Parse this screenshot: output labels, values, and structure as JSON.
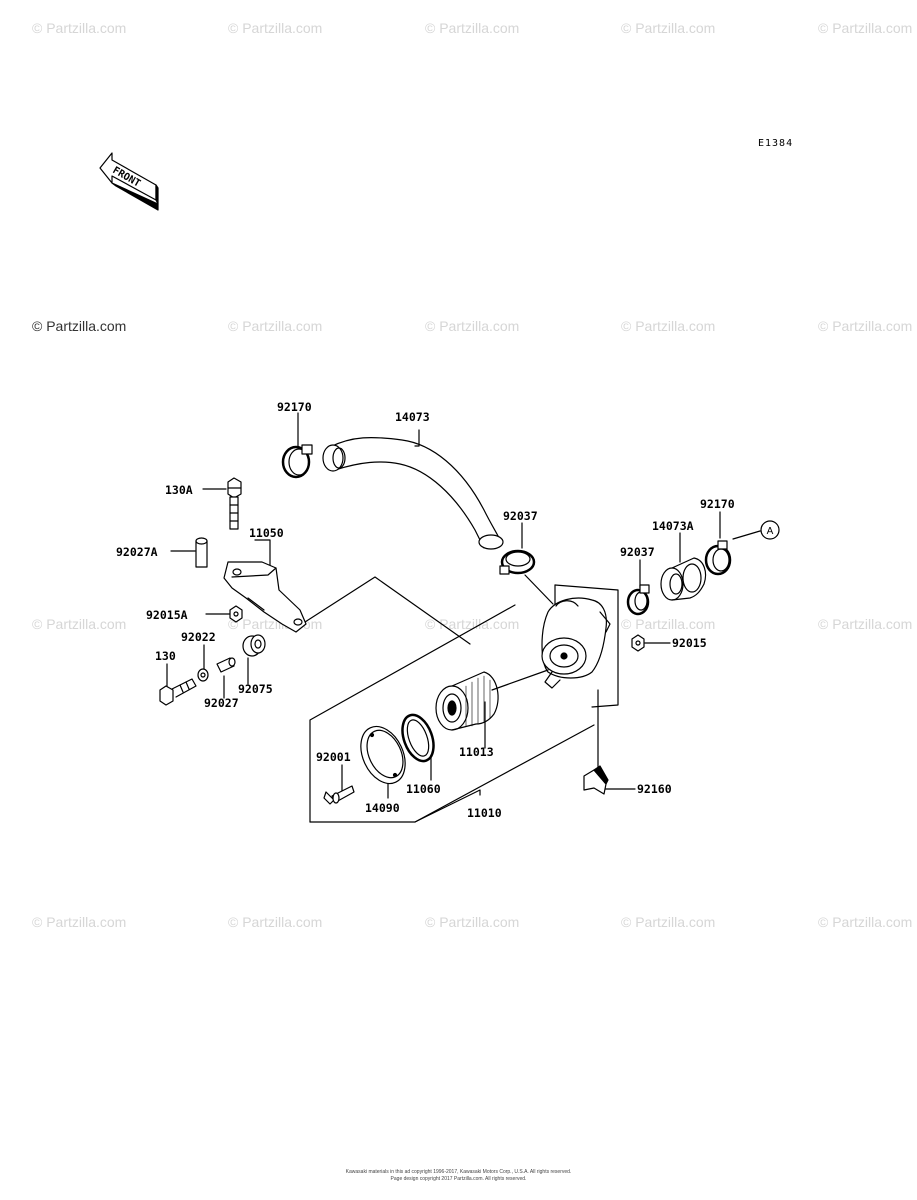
{
  "watermark": "© Partzilla.com",
  "diagram_code": "E1384",
  "front_label": "FRONT",
  "callout_a": "A",
  "parts": {
    "p92170_a": "92170",
    "p14073": "14073",
    "p130A": "130A",
    "p11050": "11050",
    "p92027A": "92027A",
    "p92015A": "92015A",
    "p92022": "92022",
    "p130": "130",
    "p92075": "92075",
    "p92027": "92027",
    "p92037_a": "92037",
    "p92037_b": "92037",
    "p14073A": "14073A",
    "p92170_b": "92170",
    "p92015": "92015",
    "p11013": "11013",
    "p92001": "92001",
    "p11060": "11060",
    "p14090": "14090",
    "p11010": "11010",
    "p92160": "92160"
  },
  "footer": {
    "line1": "Kawasaki materials in this ad copyright 1996-2017, Kawasaki Motors Corp., U.S.A. All rights reserved.",
    "line2": "Page design copyright 2017 Partzilla.com. All rights reserved."
  }
}
